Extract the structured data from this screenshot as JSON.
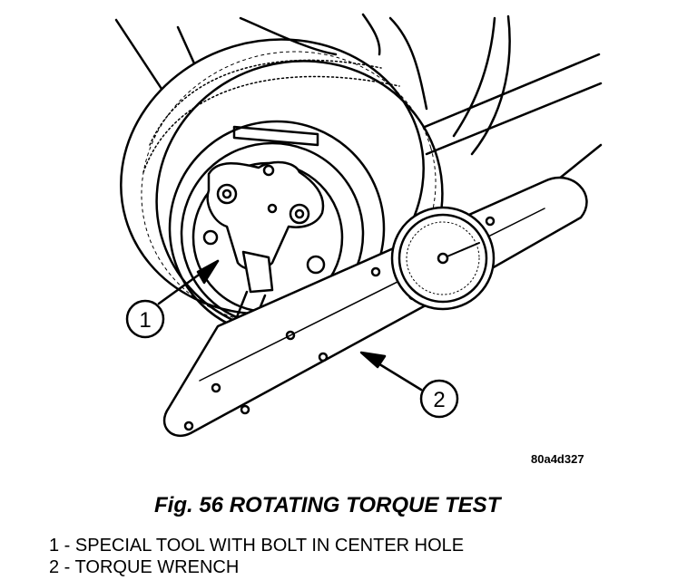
{
  "figure": {
    "callouts": [
      "1",
      "2"
    ],
    "code": "80a4d327",
    "caption": "Fig. 56 ROTATING TORQUE TEST"
  },
  "legend": [
    "1 - SPECIAL TOOL WITH BOLT IN CENTER HOLE",
    "2 - TORQUE WRENCH"
  ]
}
